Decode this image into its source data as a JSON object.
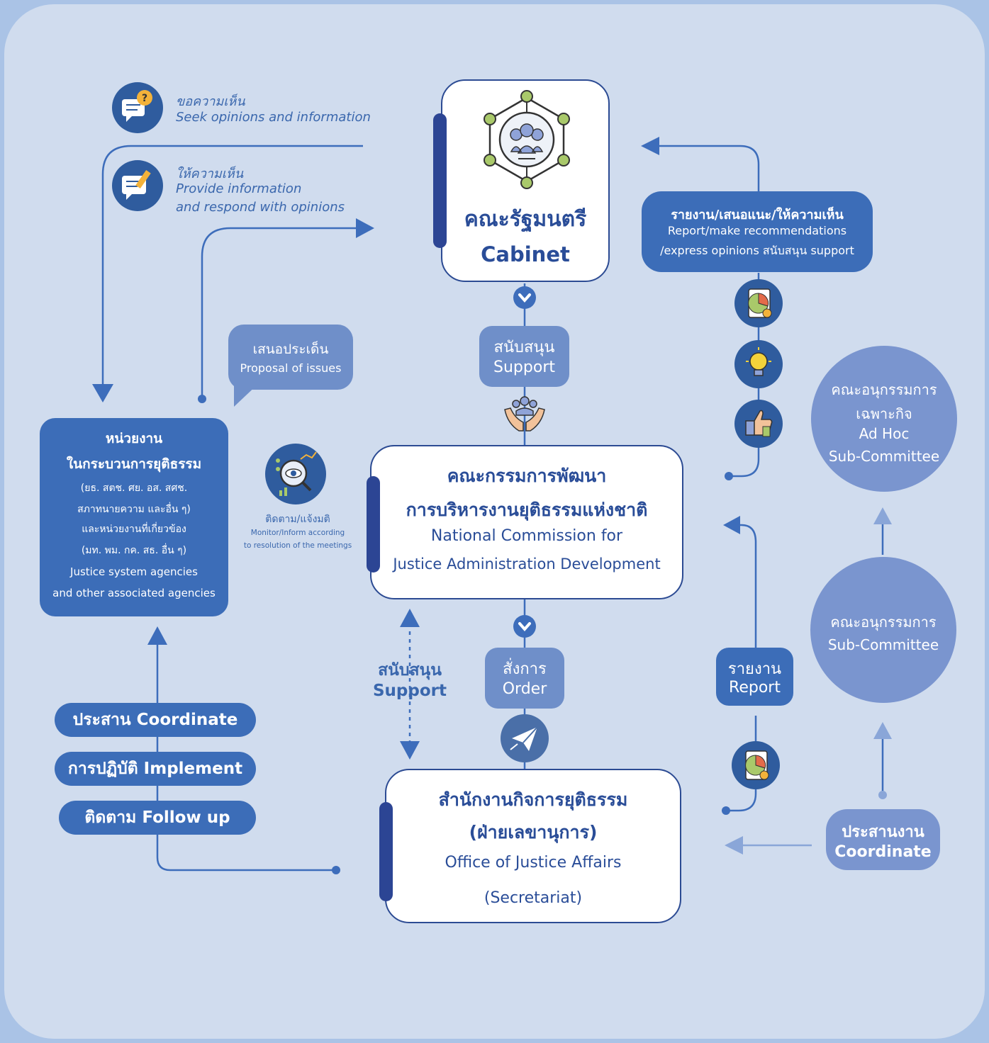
{
  "cabinet": {
    "title_th": "คณะรัฐมนตรี",
    "title_en": "Cabinet"
  },
  "commission": {
    "title_th_1": "คณะกรรมการพัฒนา",
    "title_th_2": "การบริหารงานยุติธรรมแห่งชาติ",
    "title_en_1": "National Commission for",
    "title_en_2": "Justice Administration Development"
  },
  "office": {
    "title_th_1": "สำนักงานกิจการยุติธรรม",
    "title_th_2": "(ฝ่ายเลขานุการ)",
    "title_en_1": "Office of Justice Affairs",
    "title_en_2": "(Secretariat)"
  },
  "agencies": {
    "title_1": "หน่วยงาน",
    "title_2": "ในกระบวนการยุติธรรม",
    "line_1": "(ยธ. สตช. ศย. อส. สศช.",
    "line_2": "สภาทนายความ และอื่น ๆ)",
    "line_3": "และหน่วยงานที่เกี่ยวข้อง",
    "line_4": "(มท. พม. กค. สธ. อื่น ๆ)",
    "line_5": "Justice system agencies",
    "line_6": "and other associated agencies"
  },
  "seek": {
    "th": "ขอความเห็น",
    "en": "Seek opinions and information"
  },
  "provide": {
    "th": "ให้ความเห็น",
    "en_1": "Provide information",
    "en_2": "and respond with opinions"
  },
  "proposal": {
    "th": "เสนอประเด็น",
    "en": "Proposal of issues"
  },
  "monitor": {
    "th": "ติดตาม/แจ้งมติ",
    "en_1": "Monitor/Inform according",
    "en_2": "to resolution of the meetings"
  },
  "support_top": {
    "th": "สนับสนุน",
    "en": "Support"
  },
  "support_left": {
    "th": "สนับสนุน",
    "en": "Support"
  },
  "order": {
    "th": "สั่งการ",
    "en": "Order"
  },
  "report_box": {
    "th": "รายงาน/เสนอแนะ/ให้ความเห็น",
    "en_1": "Report/make recommendations",
    "en_2": "/express opinions สนับสนุน support"
  },
  "report_small": {
    "th": "รายงาน",
    "en": "Report"
  },
  "adhoc": {
    "th_1": "คณะอนุกรรมการ",
    "th_2": "เฉพาะกิจ",
    "en_1": "Ad Hoc",
    "en_2": "Sub-Committee"
  },
  "subcommittee": {
    "th": "คณะอนุกรรมการ",
    "en": "Sub-Committee"
  },
  "coordinate_box": {
    "th": "ประสานงาน",
    "en": "Coordinate"
  },
  "actions": {
    "coordinate": "ประสาน Coordinate",
    "implement": "การปฏิบัติ Implement",
    "follow": "ติดตาม Follow up"
  },
  "colors": {
    "background": "#d0dcee",
    "navy": "#2c4594",
    "blue": "#3c6db8",
    "light_blue": "#7a95cf"
  }
}
